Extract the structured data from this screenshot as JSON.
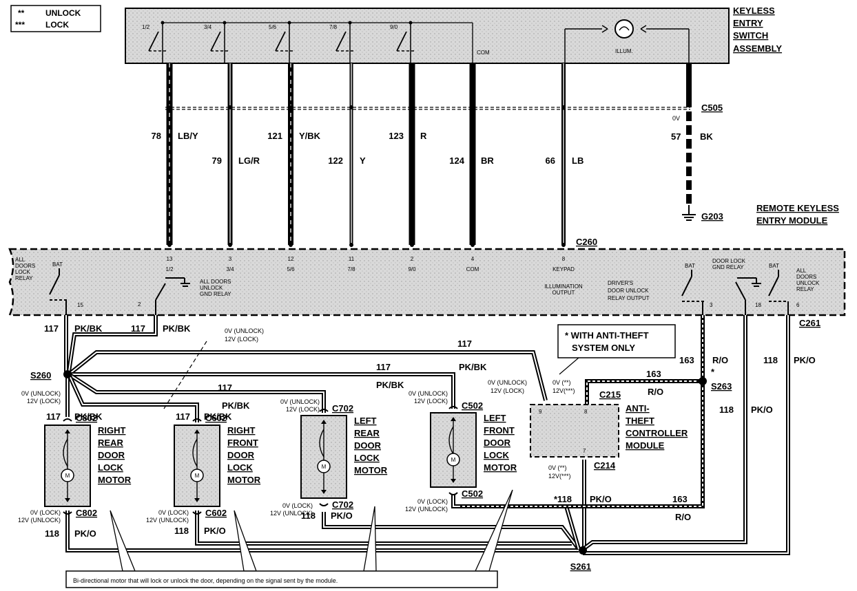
{
  "legend": {
    "unlock_mark": "**",
    "unlock_label": "UNLOCK",
    "lock_mark": "***",
    "lock_label": "LOCK"
  },
  "keyless_switch": {
    "title": [
      "KEYLESS",
      "ENTRY",
      "SWITCH",
      "ASSEMBLY"
    ],
    "contacts": [
      "1/2",
      "3/4",
      "5/6",
      "7/8",
      "9/0"
    ],
    "com": "COM",
    "illum": "ILLUM."
  },
  "c505": "C505",
  "wires": [
    {
      "num": "78",
      "color": "LB/Y"
    },
    {
      "num": "79",
      "color": "LG/R"
    },
    {
      "num": "121",
      "color": "Y/BK"
    },
    {
      "num": "122",
      "color": "Y"
    },
    {
      "num": "123",
      "color": "R"
    },
    {
      "num": "124",
      "color": "BR"
    },
    {
      "num": "66",
      "color": "LB"
    }
  ],
  "ground_wire": {
    "volt": "0V",
    "num": "57",
    "color": "BK",
    "ground": "G203"
  },
  "rke_module": {
    "title": [
      "REMOTE KEYLESS",
      "ENTRY MODULE"
    ],
    "connector": "C260",
    "pins": [
      {
        "num": "13",
        "name": "1/2"
      },
      {
        "num": "3",
        "name": "3/4"
      },
      {
        "num": "12",
        "name": "5/6"
      },
      {
        "num": "11",
        "name": "7/8"
      },
      {
        "num": "2",
        "name": "9/0"
      },
      {
        "num": "4",
        "name": "COM"
      },
      {
        "num": "8",
        "name": "KEYPAD"
      }
    ],
    "keypad_extra": [
      "ILLUMINATION",
      "OUTPUT"
    ],
    "all_doors_lock_relay": [
      "ALL",
      "DOORS",
      "LOCK",
      "RELAY"
    ],
    "bat": "BAT",
    "pin15": "15",
    "pin2": "2",
    "all_doors_unlock_gnd": [
      "ALL DOORS",
      "UNLOCK",
      "GND RELAY"
    ],
    "drivers_door": [
      "DRIVER'S",
      "DOOR UNLOCK",
      "RELAY OUTPUT"
    ],
    "door_lock_gnd": [
      "DOOR LOCK",
      "GND RELAY"
    ],
    "all_doors_unlock_relay": [
      "ALL",
      "DOORS",
      "UNLOCK",
      "RELAY"
    ],
    "pin3": "3",
    "pin18": "18",
    "pin6": "6",
    "c261": "C261"
  },
  "lower_wiring": {
    "pkbk": "PK/BK",
    "w117": "117",
    "s260": "S260",
    "s263": "S263",
    "s261": "S261",
    "star": "*",
    "r_o": "R/O",
    "w163": "163",
    "w118": "118",
    "pk_o": "PK/O",
    "w118_star": "*118",
    "lock_unlock_note": [
      "0V (UNLOCK)",
      "12V (LOCK)"
    ],
    "anti_theft_note": [
      "* WITH ANTI-THEFT",
      "SYSTEM ONLY"
    ],
    "c215": "C215",
    "c214": "C214",
    "atc_pin9": "9",
    "atc_pin8": "8",
    "atc_pin7": "7",
    "volt_unlock_short": [
      "0V (**)",
      "12V(***)"
    ],
    "volt_lock_unlock": [
      "0V (LOCK)",
      "12V (UNLOCK)"
    ]
  },
  "anti_theft": {
    "title": [
      "ANTI-",
      "THEFT",
      "CONTROLLER",
      "MODULE"
    ]
  },
  "motors": [
    {
      "top": "C802",
      "bottom": "C802",
      "title": [
        "RIGHT",
        "REAR",
        "DOOR",
        "LOCK",
        "MOTOR"
      ]
    },
    {
      "top": "C602",
      "bottom": "C602",
      "title": [
        "RIGHT",
        "FRONT",
        "DOOR",
        "LOCK",
        "MOTOR"
      ]
    },
    {
      "top": "C702",
      "bottom": "C702",
      "title": [
        "LEFT",
        "REAR",
        "DOOR",
        "LOCK",
        "MOTOR"
      ]
    },
    {
      "top": "C502",
      "bottom": "C502",
      "title": [
        "LEFT",
        "FRONT",
        "DOOR",
        "LOCK",
        "MOTOR"
      ]
    }
  ],
  "motor_symbol": "M",
  "callout": "Bi-directional motor that will lock or unlock the door, depending on the signal sent by the module."
}
